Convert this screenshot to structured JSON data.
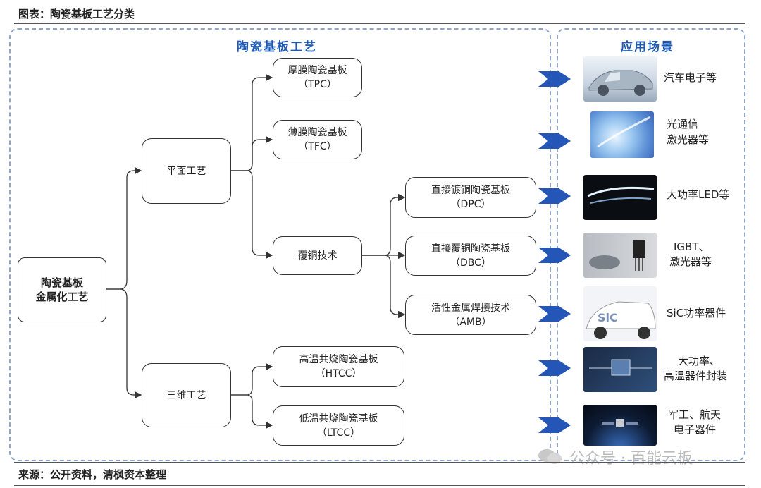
{
  "header": {
    "title": "图表：陶瓷基板工艺分类"
  },
  "panels": {
    "process_title": "陶瓷基板工艺",
    "application_title": "应用场景"
  },
  "nodes": {
    "root": [
      "陶瓷基板",
      "金属化工艺"
    ],
    "planar": "平面工艺",
    "threed": "三维工艺",
    "tpc": [
      "厚膜陶瓷基板",
      "（TPC）"
    ],
    "tfc": [
      "薄膜陶瓷基板",
      "（TFC）"
    ],
    "copper": "覆铜技术",
    "dpc": [
      "直接镀铜陶瓷基板",
      "（DPC）"
    ],
    "dbc": [
      "直接覆铜陶瓷基板",
      "（DBC）"
    ],
    "amb": [
      "活性金属焊接技术",
      "（AMB）"
    ],
    "htcc": [
      "高温共烧陶瓷基板",
      "（HTCC）"
    ],
    "ltcc": [
      "低温共烧陶瓷基板",
      "（LTCC）"
    ]
  },
  "applications": [
    {
      "lines": [
        "汽车电子等"
      ],
      "image": "car-image"
    },
    {
      "lines": [
        "光通信",
        "激光器等"
      ],
      "image": "optical-fiber-image"
    },
    {
      "lines": [
        "大功率LED等"
      ],
      "image": "led-headlight-image"
    },
    {
      "lines": [
        "IGBT、",
        "激光器等"
      ],
      "image": "igbt-image"
    },
    {
      "lines": [
        "SiC功率器件"
      ],
      "image": "sic-car-image"
    },
    {
      "lines": [
        "大功率、",
        "高温器件封装"
      ],
      "image": "circuit-board-image"
    },
    {
      "lines": [
        "军工、航天",
        "电子器件"
      ],
      "image": "satellite-image"
    }
  ],
  "footer": {
    "source": "来源：公开资料，清枫资本整理"
  },
  "watermark": "公众号 · 百能云板",
  "colors": {
    "accent": "#1f5ab4",
    "arrow": "#2456b8",
    "panel_border": "#8fa6c9"
  }
}
